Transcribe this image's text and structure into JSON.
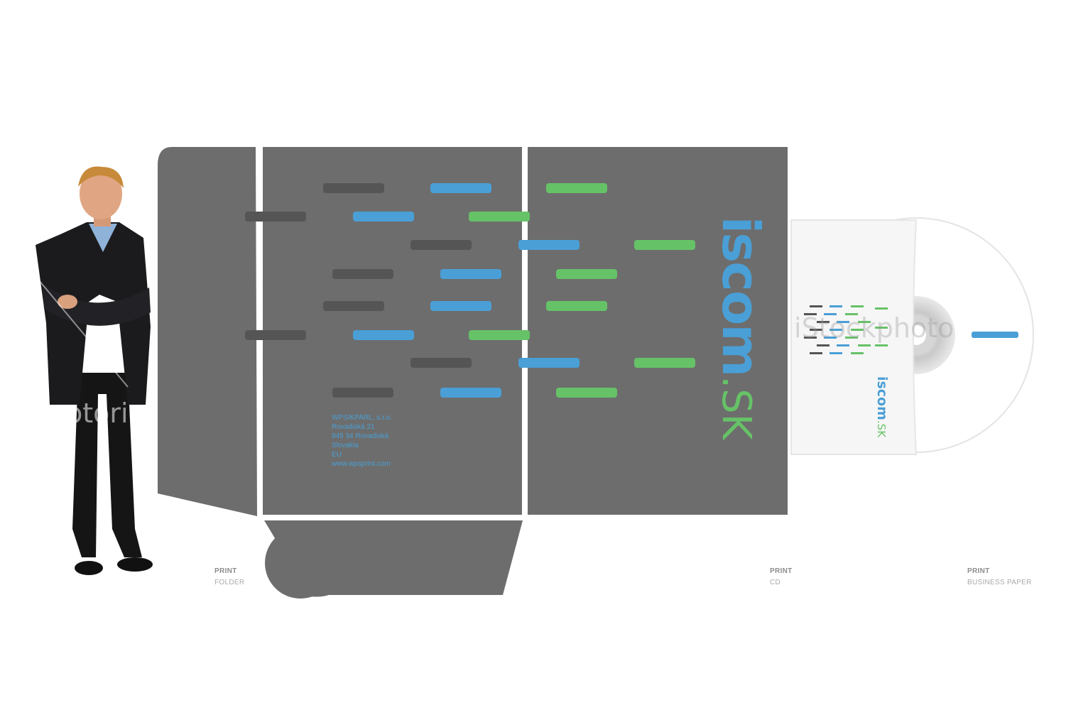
{
  "folder": {
    "logo_main": "iscom",
    "logo_suffix": ".SK",
    "address_lines": [
      "WPS/KPARL, s.r.o.",
      "Rovadiská 21",
      "945 34 Rovadiská",
      "Slovakia",
      "EU",
      "www.wpsprint.com"
    ]
  },
  "cd": {
    "logo_main": "iscom",
    "logo_suffix": ".SK",
    "watermark": "iStockphoto"
  },
  "person": {
    "watermark": "otoriq"
  },
  "captions": [
    {
      "title": "PRINT",
      "subtitle": "FOLDER"
    },
    {
      "title": "PRINT",
      "subtitle": "CD"
    },
    {
      "title": "PRINT",
      "subtitle": "BUSINESS PAPER"
    }
  ],
  "colors": {
    "folder_gray": "#6d6d6d",
    "dark_dash": "#555555",
    "accent_blue": "#4a9fd6",
    "accent_green": "#66c267"
  }
}
